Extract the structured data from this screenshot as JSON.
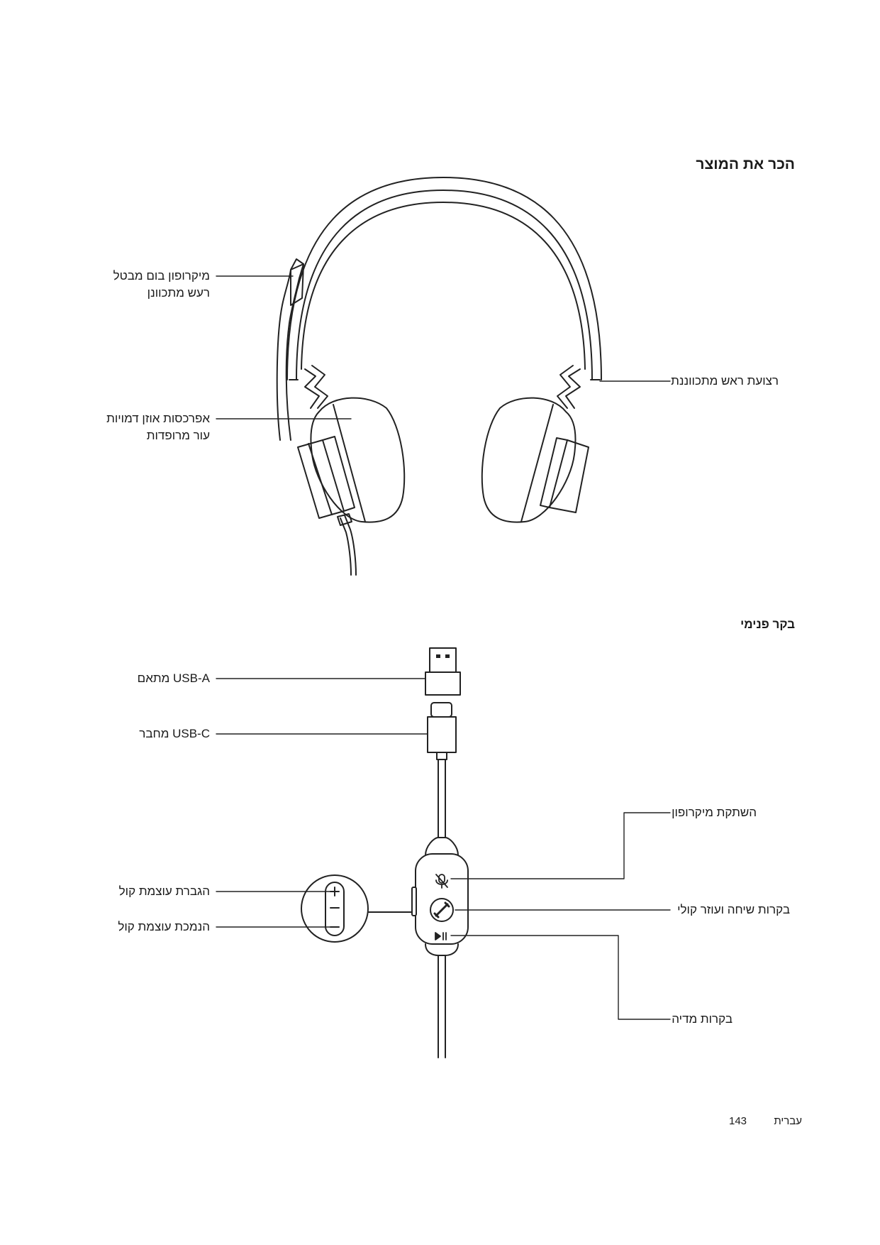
{
  "section_title": "הכר את המוצר",
  "subsection_title": "בקר פנימי",
  "labels": {
    "boom_mic_line1": "מיקרופון בום מבטל",
    "boom_mic_line2": "רעש מתכוונן",
    "headband": "רצועת ראש מתכווננת",
    "ear_cushions_line1": "אפרכסות אוזן דמויות",
    "ear_cushions_line2": "עור מרופדות",
    "usb_a": "USB-A מתאם",
    "usb_c": "USB-C מחבר",
    "mic_mute": "השתקת מיקרופון",
    "call_button": "בקרות שיחה ועוזר קולי",
    "volume_up": "הגברת עוצמת קול",
    "volume_down": "הנמכת עוצמת קול",
    "media_controls": "בקרות מדיה"
  },
  "footer": {
    "language": "עברית",
    "page_number": "143"
  }
}
